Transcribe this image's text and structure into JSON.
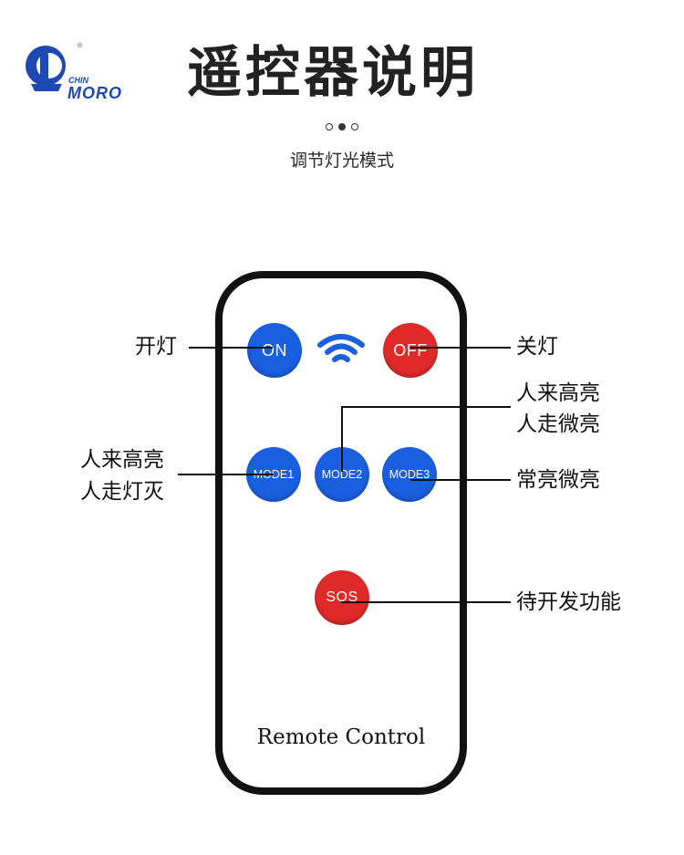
{
  "brand": {
    "small_text": "CHIN",
    "name": "MORO",
    "color": "#1e49b3"
  },
  "header": {
    "title": "遥控器说明",
    "subtitle": "调节灯光模式"
  },
  "pager": {
    "count": 3,
    "active": 2
  },
  "remote": {
    "buttons": {
      "on": "ON",
      "off": "OFF",
      "mode1": "MODE1",
      "mode2": "MODE2",
      "mode3": "MODE3",
      "sos": "SOS"
    },
    "signal_icon": "wifi-signal-icon",
    "label": "Remote Control",
    "colors": {
      "blue": "#1a5fe0",
      "red": "#e02a2a"
    }
  },
  "annotations": {
    "on": "开灯",
    "off": "关灯",
    "mode2_line1": "人来高亮",
    "mode2_line2": "人走微亮",
    "mode1_line1": "人来高亮",
    "mode1_line2": "人走灯灭",
    "mode3": "常亮微亮",
    "sos": "待开发功能"
  }
}
